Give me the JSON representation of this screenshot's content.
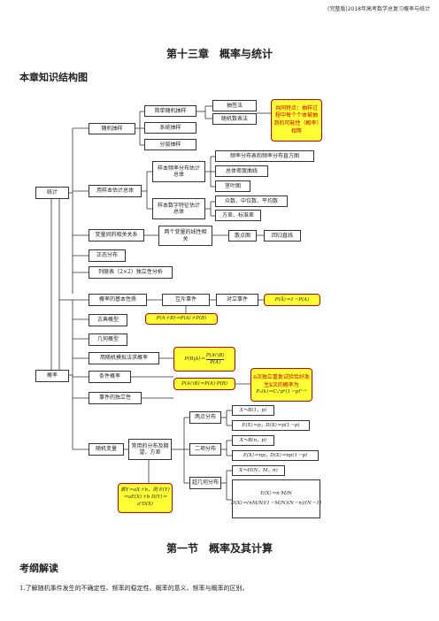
{
  "header": "(完整版)2018年高考数学总复习概率与统计",
  "chapter_title": "第十三章　概率与统计",
  "structure_heading": "本章知识结构图",
  "diagram": {
    "stats": "统计",
    "prob": "概率",
    "random_sampling": "随机抽样",
    "simple_random": "简单随机抽样",
    "lottery": "抽签法",
    "random_table": "随机数表法",
    "systematic": "系统抽样",
    "stratified": "分层抽样",
    "common_note": "共同特点：抽样过程中每个个体被抽到的可能性（概率）相等",
    "sample_est": "用样本估计总体",
    "freq_est": "样本频率分布估计总体",
    "freq_hist": "频率分布表和频率分布直方图",
    "density": "总体密度曲线",
    "stem_leaf": "茎叶图",
    "digit_est": "样本数字特征估计总体",
    "mean_median": "众数、中位数、平均数",
    "variance": "方差、标准差",
    "correlation": "变量间的相关关系",
    "two_var": "两个变量的线性相关",
    "scatter": "散点图",
    "regression": "回归直线",
    "normal": "正态分布",
    "contingency": "列联表（2×2）独立性分析",
    "basic_props": "概率的基本性质",
    "mutual_excl": "互斥事件",
    "complementary": "对立事件",
    "comp_formula": "P(Ā)＝1－P(A)",
    "add_formula": "P(A＋B)＝P(A)＋P(B)",
    "classical": "古典概型",
    "geometric": "几何概型",
    "simulation": "用随机模拟法求概率",
    "conditional": "条件概率",
    "cond_formula_lhs": "P(B|A)＝",
    "cond_num": "P(A∩B)",
    "cond_den": "P(A)",
    "independent": "事件的独立性",
    "indep_formula": "P(A∩B)＝P(A)·P(B)",
    "bernoulli_note": "n次独立重复试验恰好发生k次的概率为",
    "bernoulli_formula": "Pₙ(k)＝Cₙᵏpᵏ(1－p)ⁿ⁻ᵏ",
    "random_var": "随机变量",
    "common_dists": "常用的分布及期望、方差",
    "two_point": "两点分布",
    "tp_dist": "X～B(1，p)",
    "tp_formula": "E(X)＝p，D(X)＝p(1－p)",
    "binomial": "二项分布",
    "bin_dist": "X～B(n，p)",
    "bin_formula": "E(X)＝np，D(X)＝np(1－p)",
    "hypergeo": "超几何分布",
    "hg_dist": "X～H(N，M，n)",
    "hg_e": "E(X)＝n·M/N",
    "hg_d": "D(X)＝(nM/N)(1－M/N)(N－n)/(N－1)",
    "linear_note": "若Y＝aX＋b，则 E(Y)＝aE(X)＋b D(Y)＝a²D(X)"
  },
  "section_title": "第一节　概率及其计算",
  "exam_heading": "考纲解读",
  "exam_point": "1.了解随机事件发生的不确定性、频率的稳定性、概率的意义、频率与概率的区别。"
}
